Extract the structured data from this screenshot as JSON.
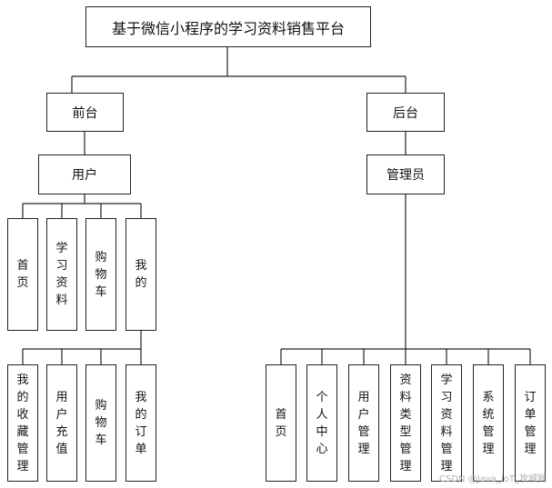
{
  "title": "基于微信小程序的学习资料销售平台",
  "front": {
    "label": "前台",
    "user": {
      "label": "用户",
      "items": [
        "首页",
        "学习资料",
        "购物车",
        "我的"
      ],
      "mine": {
        "items": [
          "我的收藏管理",
          "用户充值",
          "购物车",
          "我的订单"
        ]
      }
    }
  },
  "back": {
    "label": "后台",
    "admin": {
      "label": "管理员",
      "items": [
        "首页",
        "个人中心",
        "用户管理",
        "资料类型管理",
        "学习资料管理",
        "系统管理",
        "订单管理"
      ]
    }
  },
  "watermark": "CSDN @Java_IoT_攻城狮"
}
